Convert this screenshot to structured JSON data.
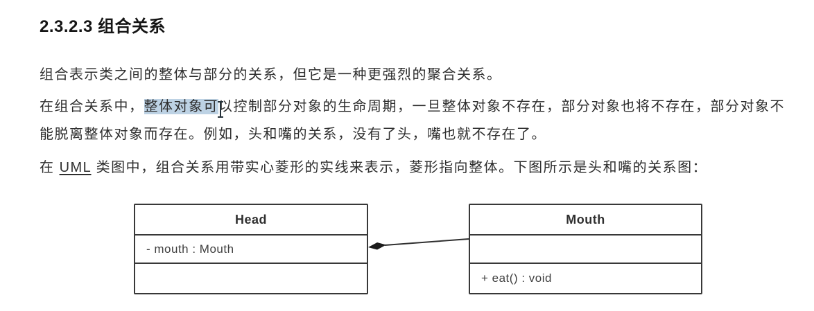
{
  "article": {
    "heading": "2.3.2.3 组合关系",
    "paragraph_1": "组合表示类之间的整体与部分的关系，但它是一种更强烈的聚合关系。",
    "paragraph_2": {
      "before_selection": "在组合关系中，",
      "selected_text": "整体对象可",
      "after_selection": "以控制部分对象的生命周期，一旦整体对象不存在，部分对象也将不存在，部分对象不能脱离整体对象而存在。例如，头和嘴的关系，没有了头，嘴也就不存在了。"
    },
    "paragraph_3": {
      "before_term": "在 ",
      "term": "UML",
      "after_term": " 类图中，组合关系用带实心菱形的实线来表示，菱形指向整体。下图所示是头和嘴的关系图："
    }
  },
  "uml_diagram": {
    "relationship_type": "composition",
    "classes": [
      {
        "name": "Head",
        "attributes": "- mouth : Mouth",
        "methods": ""
      },
      {
        "name": "Mouth",
        "attributes": "",
        "methods": "+ eat() : void"
      }
    ]
  },
  "colors": {
    "page_background": "#ffffff",
    "body_text": "#2e2e2e",
    "heading_text": "#151515",
    "selection_highlight": "#bdd2e4",
    "uml_border": "#383838",
    "composition_diamond": "#1c1c1c"
  }
}
